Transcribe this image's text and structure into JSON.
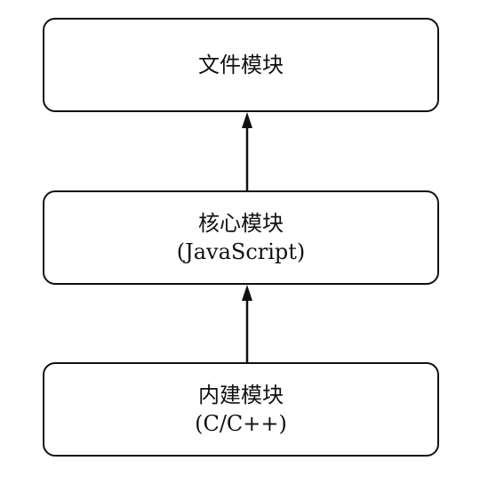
{
  "diagram": {
    "nodes": [
      {
        "id": "file",
        "lines": [
          "文件模块"
        ]
      },
      {
        "id": "core",
        "lines": [
          "核心模块",
          "(JavaScript)"
        ]
      },
      {
        "id": "builtin",
        "lines": [
          "内建模块",
          "(C/C++)"
        ]
      }
    ],
    "edges": [
      {
        "from": "builtin",
        "to": "core"
      },
      {
        "from": "core",
        "to": "file"
      }
    ]
  }
}
